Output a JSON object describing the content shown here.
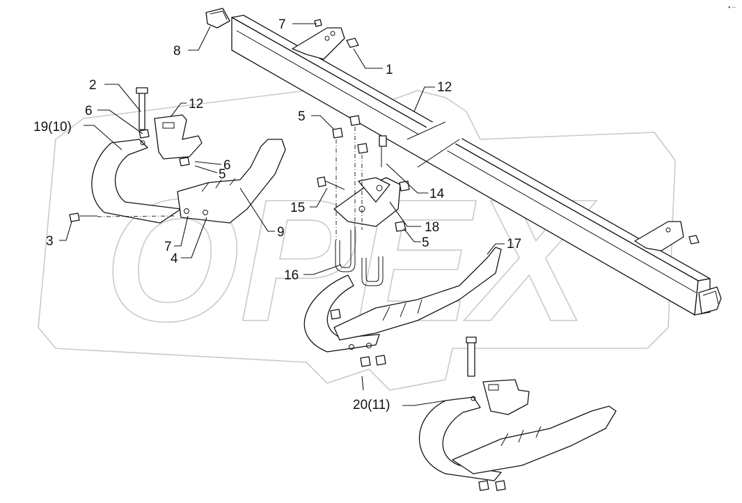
{
  "diagram": {
    "watermark_text": "OPEX",
    "corner_mark": "● ―",
    "callouts": [
      {
        "id": "c1",
        "label": "1"
      },
      {
        "id": "c2",
        "label": "2"
      },
      {
        "id": "c3",
        "label": "3"
      },
      {
        "id": "c4",
        "label": "4"
      },
      {
        "id": "c5a",
        "label": "5"
      },
      {
        "id": "c5b",
        "label": "5"
      },
      {
        "id": "c5c",
        "label": "5"
      },
      {
        "id": "c6a",
        "label": "6"
      },
      {
        "id": "c6b",
        "label": "6"
      },
      {
        "id": "c7a",
        "label": "7"
      },
      {
        "id": "c7b",
        "label": "7"
      },
      {
        "id": "c8",
        "label": "8"
      },
      {
        "id": "c9",
        "label": "9"
      },
      {
        "id": "c12a",
        "label": "12"
      },
      {
        "id": "c12b",
        "label": "12"
      },
      {
        "id": "c14",
        "label": "14"
      },
      {
        "id": "c15",
        "label": "15"
      },
      {
        "id": "c16",
        "label": "16"
      },
      {
        "id": "c17",
        "label": "17"
      },
      {
        "id": "c18",
        "label": "18"
      },
      {
        "id": "c19",
        "label": "19(10)"
      },
      {
        "id": "c20",
        "label": "20(11)"
      }
    ]
  }
}
